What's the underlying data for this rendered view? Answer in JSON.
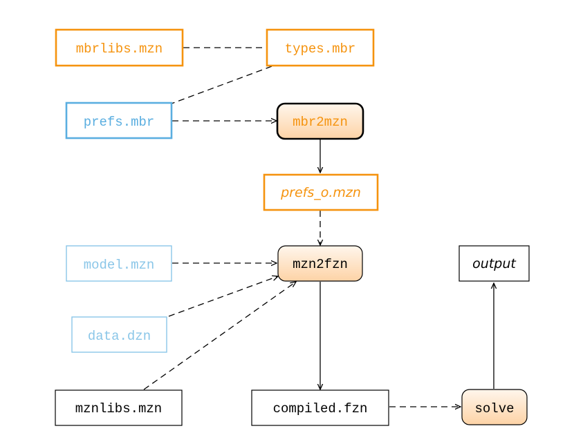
{
  "colors": {
    "orange": "#f5930e",
    "blue": "#5aaee0",
    "light_blue": "#8ac6e8",
    "black": "#000000",
    "process_fill_top": "#fff6ec",
    "process_fill_bottom": "#fdd3a6"
  },
  "nodes": {
    "mbrlibs": {
      "label": "mbrlibs.mzn"
    },
    "types": {
      "label": "types.mbr"
    },
    "prefs": {
      "label": "prefs.mbr"
    },
    "mbr2mzn": {
      "label": "mbr2mzn"
    },
    "prefs_o": {
      "label": "prefs_o.mzn"
    },
    "model": {
      "label": "model.mzn"
    },
    "mzn2fzn": {
      "label": "mzn2fzn"
    },
    "output": {
      "label": "output"
    },
    "data": {
      "label": "data.dzn"
    },
    "mznlibs": {
      "label": "mznlibs.mzn"
    },
    "compiled": {
      "label": "compiled.fzn"
    },
    "solve": {
      "label": "solve"
    }
  }
}
